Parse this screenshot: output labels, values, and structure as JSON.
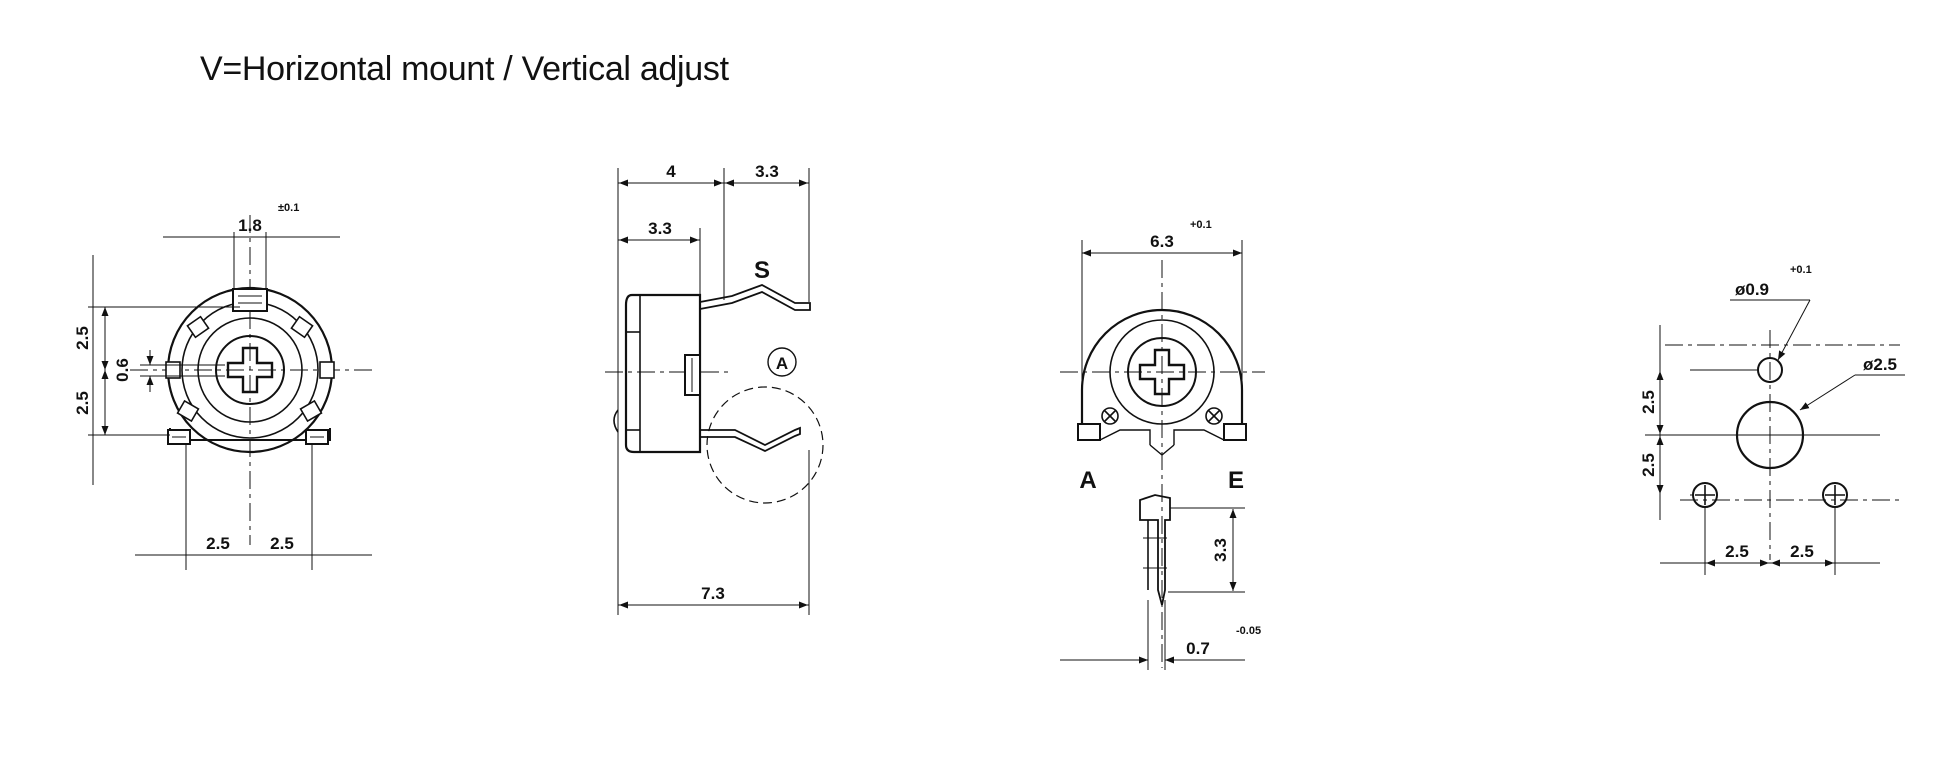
{
  "title": "V=Horizontal mount / Vertical adjust",
  "front_view": {
    "dim_slot_width": "1.8",
    "dim_slot_tolerance": "±0.1",
    "dim_upper_height": "2.5",
    "dim_center_gap": "0.6",
    "dim_lower_height": "2.5",
    "dim_pin_left": "2.5",
    "dim_pin_right": "2.5"
  },
  "side_view": {
    "dim_depth": "4",
    "dim_lead_top": "3.3",
    "dim_body": "3.3",
    "dim_total": "7.3",
    "label_s": "S",
    "label_detail": "A"
  },
  "rear_view": {
    "dim_width": "6.3",
    "dim_width_tolerance": "+0.1",
    "label_a": "A",
    "label_e": "E",
    "dim_pin_length": "3.3",
    "dim_pin_thickness": "0.7",
    "dim_pin_tolerance": "-0.05"
  },
  "pcb_layout": {
    "dim_small_hole": "ø0.9",
    "dim_small_hole_tolerance": "+0.1",
    "dim_large_hole": "ø2.5",
    "dim_upper": "2.5",
    "dim_lower": "2.5",
    "dim_x_left": "2.5",
    "dim_x_right": "2.5"
  }
}
